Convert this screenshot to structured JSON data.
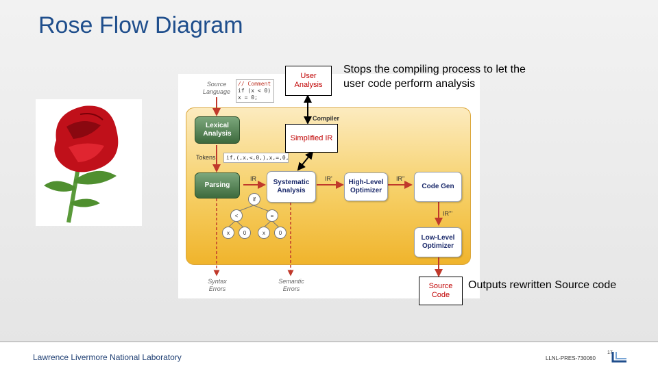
{
  "slide": {
    "title": "Rose Flow Diagram",
    "user_analysis": "User Analysis",
    "simplified_ir": "Simplified IR",
    "source_code_out": "Source Code",
    "note_top": "Stops the compiling process to let the user code perform analysis",
    "note_bottom": "Outputs rewritten Source code"
  },
  "diagram": {
    "source_language": "Source Language",
    "code_lines": [
      "// Comment",
      "if (x < 0)",
      "x = 0;"
    ],
    "compiler": "Compiler",
    "lexical": "Lexical Analysis",
    "tokens_label": "Tokens",
    "tokens": "if,(,x,<,0,),x,=,0,;",
    "parsing": "Parsing",
    "ir": "IR",
    "ir1": "IR'",
    "ir2": "IR''",
    "ir3": "IR'''",
    "systematic": "Systematic Analysis",
    "high_level": "High-Level Optimizer",
    "code_gen": "Code Gen",
    "low_level": "Low-Level Optimizer",
    "syntax_errors": "Syntax Errors",
    "semantic_errors": "Semantic Errors",
    "tree_if": "if",
    "tree_lt": "<",
    "tree_eq": "=",
    "tree_x1": "x",
    "tree_0a": "0",
    "tree_x2": "x",
    "tree_0b": "0"
  },
  "footer": {
    "lab": "Lawrence Livermore National Laboratory",
    "code": "LLNL-PRES-730060",
    "page": "17"
  },
  "colors": {
    "title": "#1f4e8c",
    "red": "#c00000",
    "green": "#3d6a3d",
    "gold": "#f6cf65"
  }
}
